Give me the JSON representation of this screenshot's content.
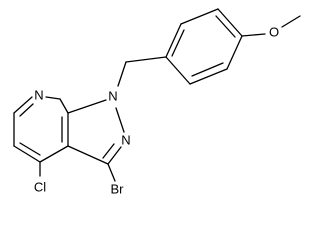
{
  "molecule": {
    "atoms": {
      "n_pyridine": "N",
      "n1": "N",
      "n2": "N",
      "chlorine": "Cl",
      "bromine": "Br",
      "oxygen": "O"
    }
  },
  "colors": {
    "bond": "#000000",
    "label": "#000000",
    "background": "#ffffff"
  }
}
